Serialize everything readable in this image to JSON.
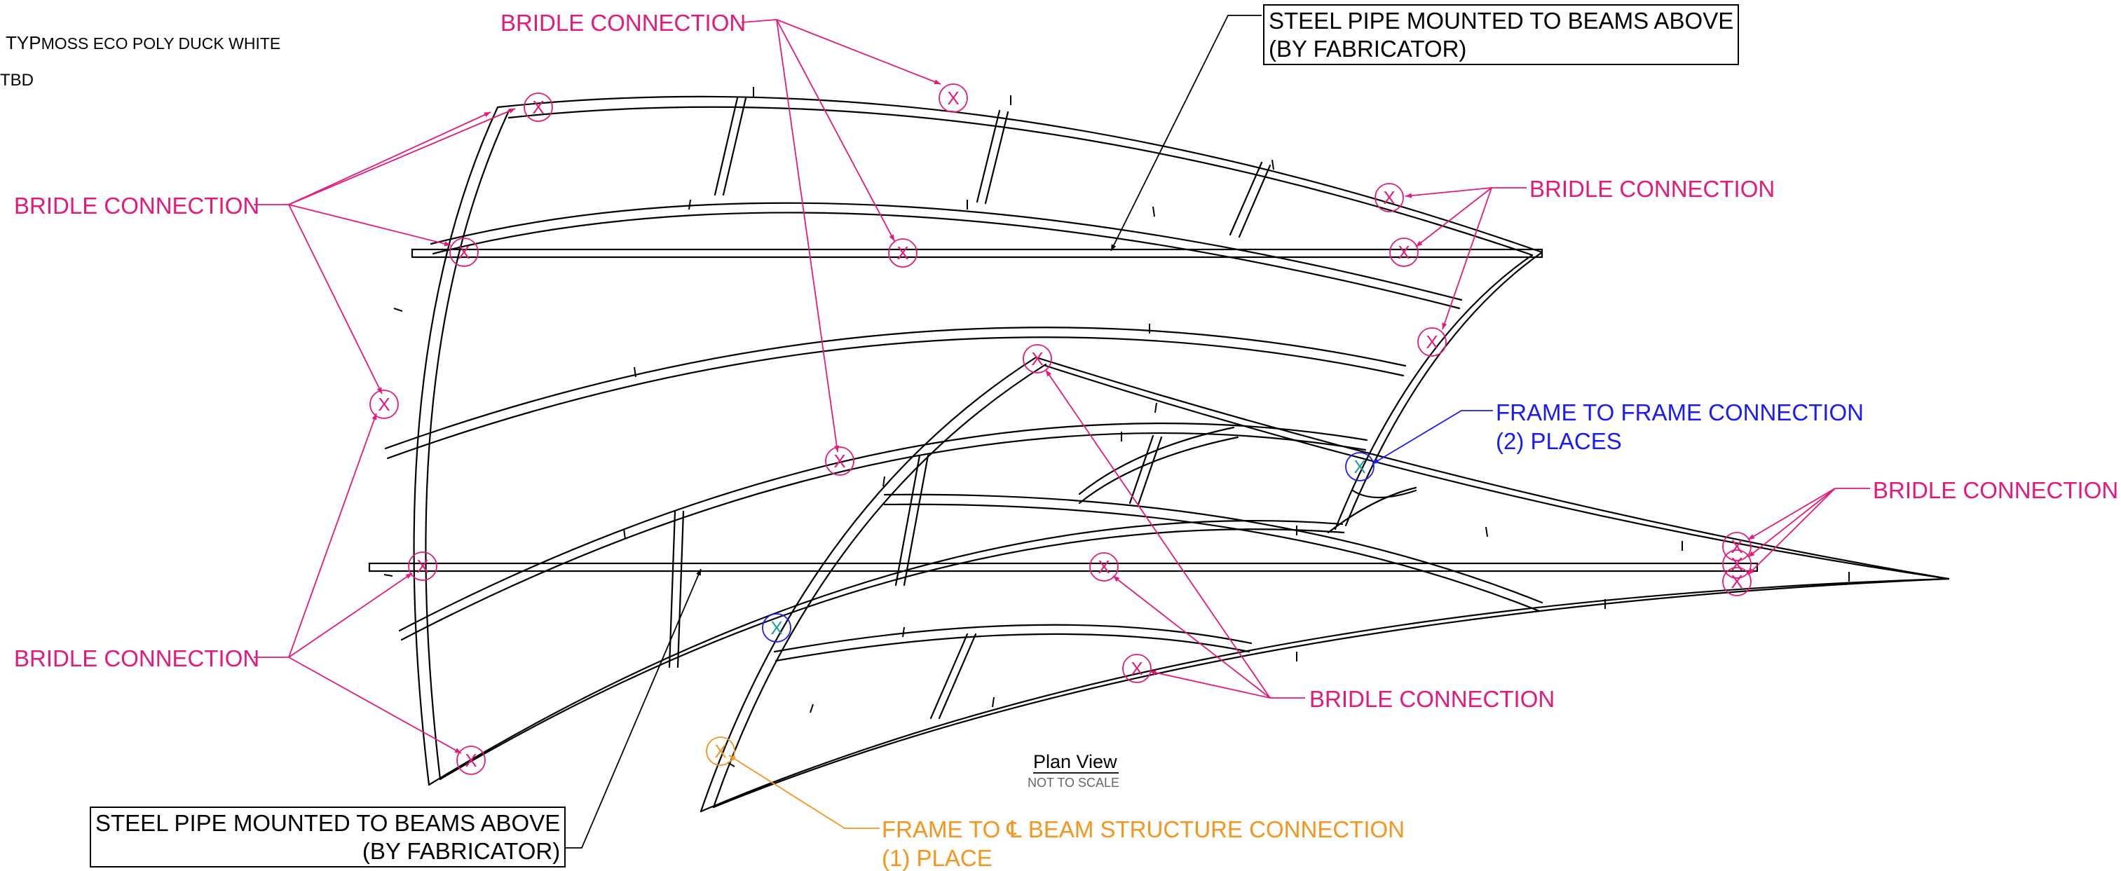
{
  "legend": {
    "row1_key": "TYP",
    "row1_value": "MOSS ECO POLY DUCK WHITE",
    "row2_value": "TBD"
  },
  "labels": {
    "bridle": "BRIDLE CONNECTION",
    "frame_to_frame_line1": "FRAME TO FRAME CONNECTION",
    "frame_to_frame_line2": "(2) PLACES",
    "frame_to_beam_line1": "FRAME TO ℄ BEAM STRUCTURE CONNECTION",
    "frame_to_beam_line2": "(1) PLACE",
    "pipe_line1": "STEEL PIPE MOUNTED TO BEAMS ABOVE",
    "pipe_line2": "(BY FABRICATOR)",
    "connection_mark": "X"
  },
  "view": {
    "title": "Plan View",
    "subtitle": "NOT TO SCALE"
  },
  "colors": {
    "bridle": "#e6197a",
    "frame_to_frame": "#1a1aff",
    "frame_to_beam": "#f7941d",
    "structure": "#000000"
  }
}
